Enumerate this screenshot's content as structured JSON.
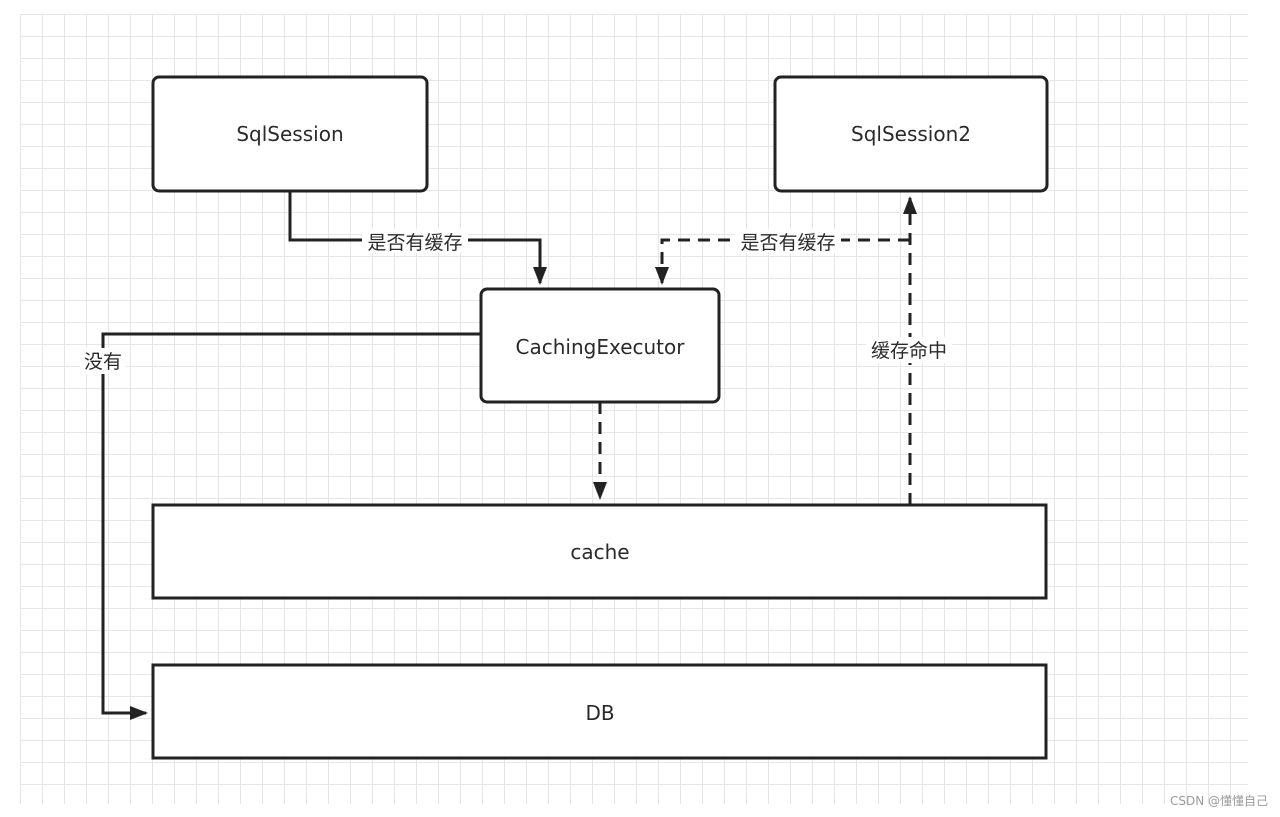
{
  "nodes": {
    "sqlsession": "SqlSession",
    "sqlsession2": "SqlSession2",
    "caching_executor": "CachingExecutor",
    "cache": "cache",
    "db": "DB"
  },
  "edges": {
    "check_cache_1": "是否有缓存",
    "check_cache_2": "是否有缓存",
    "cache_hit": "缓存命中",
    "miss": "没有"
  },
  "watermark": "CSDN @懂懂自己"
}
